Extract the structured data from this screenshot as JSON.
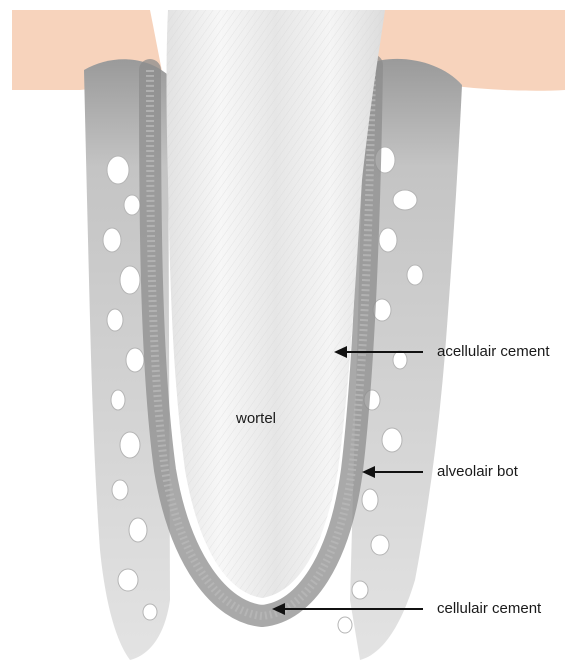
{
  "labels": {
    "root": "wortel",
    "acellular_cement": "acellulair cement",
    "alveolar_bone": "alveolair bot",
    "cellular_cement": "cellulair cement"
  },
  "colors": {
    "gingiva": "#f7d3bc",
    "bone_shading": "#cfcfcf",
    "cementum_dark": "#8c8c8c",
    "root_surface": "#eeeeee",
    "pointer": "#111111"
  }
}
